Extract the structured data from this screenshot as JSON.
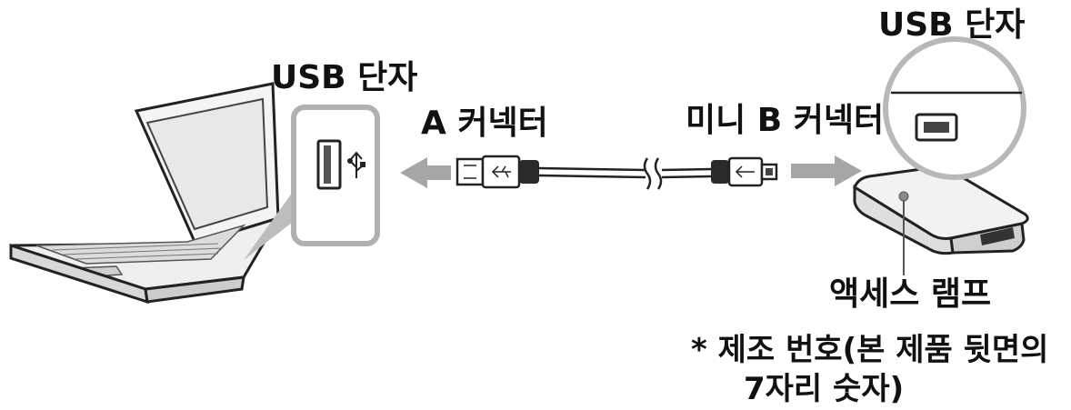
{
  "labels": {
    "usb_port_laptop": "USB 단자",
    "usb_port_device": "USB 단자",
    "a_connector": "A 커넥터",
    "mini_b_connector": "미니 B 커넥터",
    "access_lamp": "액세스 램프",
    "serial_line1": "* 제조 번호(본 제품 뒷면의",
    "serial_line2": "7자리 숫자)"
  }
}
